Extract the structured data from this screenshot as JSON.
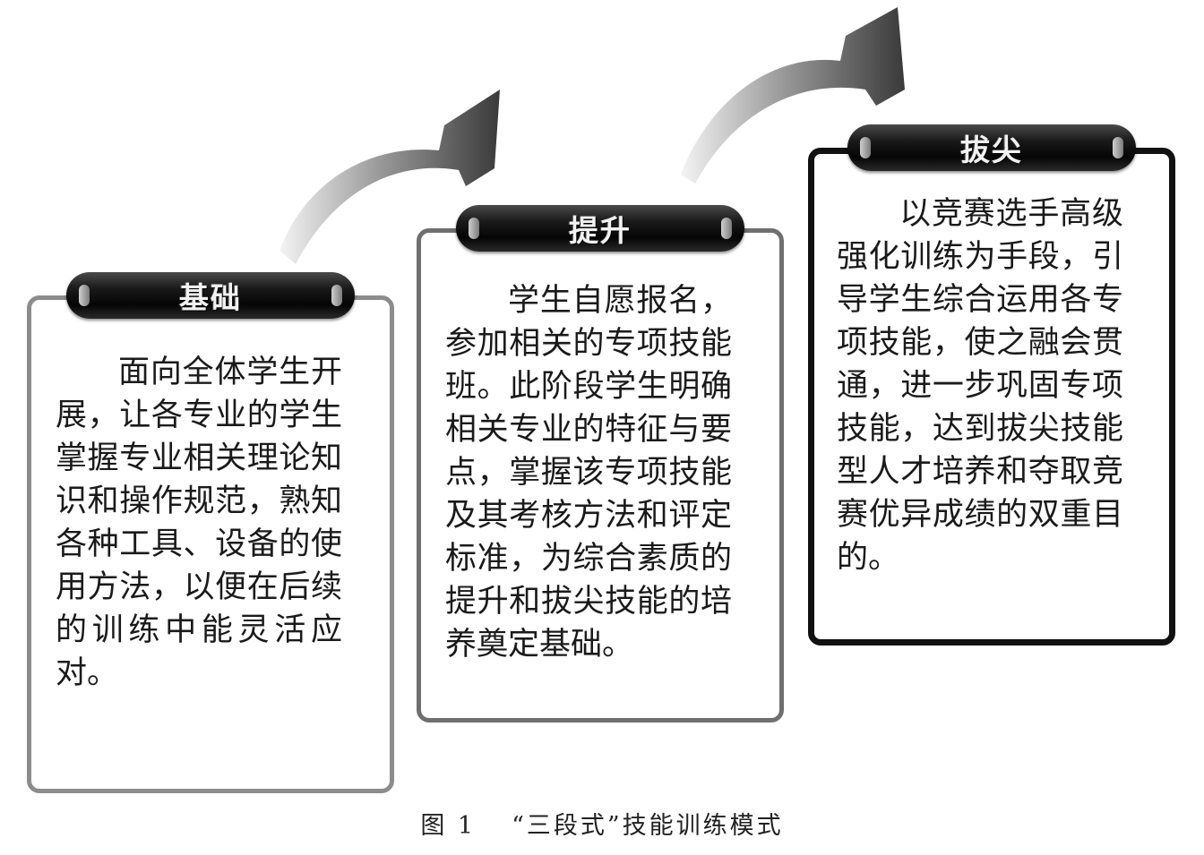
{
  "stages": [
    {
      "title": "基础",
      "text": "面向全体学生开展，让各专业的学生掌握专业相关理论知识和操作规范，熟知各种工具、设备的使用方法，以便在后续的训练中能灵活应对。"
    },
    {
      "title": "提升",
      "text": "学生自愿报名，参加相关的专项技能班。此阶段学生明确相关专业的特征与要点，掌握该专项技能及其考核方法和评定标准，为综合素质的提升和拔尖技能的培养奠定基础。"
    },
    {
      "title": "拔尖",
      "text": "以竞赛选手高级强化训练为手段，引导学生综合运用各专项技能，使之融会贯通，进一步巩固专项技能，达到拔尖技能型人才培养和夺取竞赛优异成绩的双重目的。"
    }
  ],
  "caption": {
    "number": "图 1",
    "title": "“三段式”技能训练模式"
  },
  "colors": {
    "banner_dark": "#050505",
    "arrow_light": "#e8e8e8",
    "arrow_dark": "#3a3a3a"
  }
}
